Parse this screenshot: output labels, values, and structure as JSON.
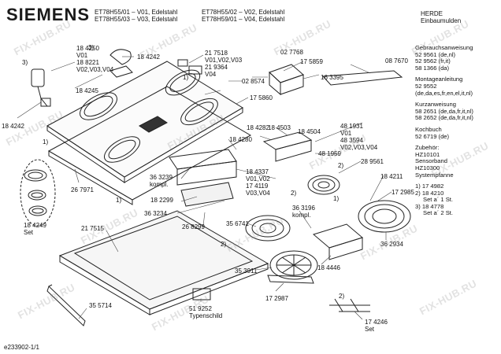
{
  "brand": "SIEMENS",
  "models": [
    "ET78H55/01 – V01, Edelstahl",
    "ET78H55/03 – V03, Edelstahl",
    "ET78H55/02 – V02, Edelstahl",
    "ET78H59/01 – V04, Edelstahl"
  ],
  "category": [
    "HERDE",
    "Einbaumulden"
  ],
  "parts": {
    "p1": "18 4250",
    "p1b": "V01",
    "p1c": "18 8221",
    "p1d": "V02,V03,V04",
    "p2": "18 4242",
    "p3": "18 4245",
    "p4": "18 4242",
    "p5": "21 7518",
    "p5b": "V01,V02,V03",
    "p5c": "21 9364",
    "p5d": "V04",
    "p6": "02 8574",
    "p7": "02 7768",
    "p8": "17 5859",
    "p9": "16 3395",
    "p10": "08 7670",
    "p11": "17 5860",
    "p12": "18 4282",
    "p13": "18 4503",
    "p14": "18 4280",
    "p15": "18 4504",
    "p16": "48 1931",
    "p16b": "V01",
    "p16c": "48 3594",
    "p16d": "V02,V03,V04",
    "p17": "48 1959",
    "p18": "28 9561",
    "p19": "18 4211",
    "p20": "17 2985",
    "p21": "18 4337",
    "p21b": "V01,V02",
    "p21c": "17 4119",
    "p21d": "V03,V04",
    "p22": "36 3239",
    "p22b": "kompl.",
    "p23": "18 2299",
    "p24": "36 3234",
    "p25": "26 7971",
    "p26": "26 8299",
    "p27": "35 6741",
    "p28": "36 3196",
    "p28b": "kompl.",
    "p29": "36 2934",
    "p30": "18 4249",
    "p30b": "Set",
    "p31": "21 7515",
    "p32": "35 3911",
    "p33": "18 4446",
    "p34": "17 2987",
    "p35": "35 5714",
    "p36": "51 9252",
    "p36b": "Typenschild",
    "p37": "17 4246",
    "p37b": "Set"
  },
  "callouts": [
    "1)",
    "2)",
    "3)"
  ],
  "side_info": [
    "Gebrauchsanweisung",
    "52 9561 (de,nl)",
    "52 9562 (fr,it)",
    "58 1366 (da)",
    "",
    "Montageanleitung",
    "52 9552",
    "(de,da,es,fr,en,el,it,nl)",
    "",
    "Kurzanweisung",
    "58 2651 (de,da,fr,it,nl)",
    "58 2652 (de,da,fr,it,nl)",
    "",
    "Kochbuch",
    "52 6719 (de)",
    "",
    "Zubehör:",
    "HZ10101",
    "Sensorband",
    "HZ10300",
    "Systempfanne",
    "",
    "1) 17 4982",
    "2) 18 4210",
    "Set a´ 1 St.",
    "3) 18 4778",
    "Set a´ 2 St."
  ],
  "footer_code": "e233902-1/1",
  "watermark": "FIX-HUB.RU"
}
